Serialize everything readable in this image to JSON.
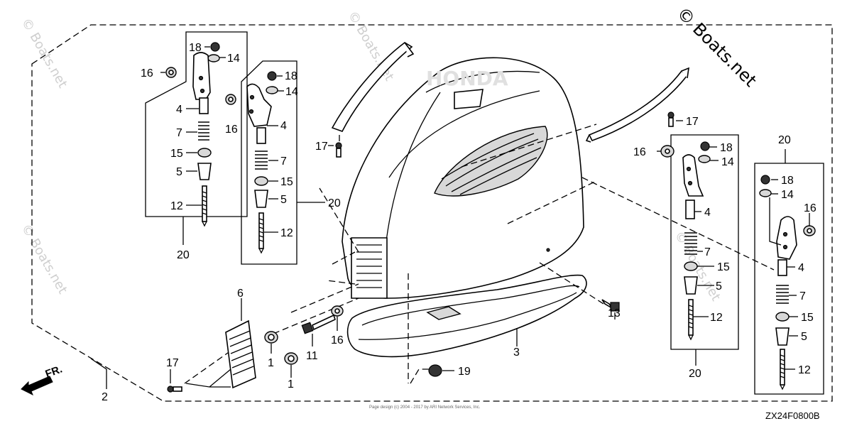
{
  "watermarks": {
    "corner": "© Boats.net",
    "faint": "© Boats.net"
  },
  "direction_label": "FR.",
  "diagram_code": "ZX24F0800B",
  "footer_copyright": "Page design (c) 2004 - 2017 by ARI Network Services, Inc.",
  "callouts": {
    "c1a": "1",
    "c1b": "1",
    "c2": "2",
    "c3": "3",
    "c4a": "4",
    "c4b": "4",
    "c4c": "4",
    "c4d": "4",
    "c5a": "5",
    "c5b": "5",
    "c5c": "5",
    "c5d": "5",
    "c6": "6",
    "c7a": "7",
    "c7b": "7",
    "c7c": "7",
    "c7d": "7",
    "c11": "11",
    "c12a": "12",
    "c12b": "12",
    "c12c": "12",
    "c12d": "12",
    "c13": "13",
    "c14a": "14",
    "c14b": "14",
    "c14c": "14",
    "c14d": "14",
    "c15a": "15",
    "c15b": "15",
    "c15c": "15",
    "c15d": "15",
    "c16a": "16",
    "c16b": "16",
    "c16c": "16",
    "c16d": "16",
    "c16e": "16",
    "c17a": "17",
    "c17b": "17",
    "c17c": "17",
    "c18a": "18",
    "c18b": "18",
    "c18c": "18",
    "c18d": "18",
    "c19": "19",
    "c20a": "20",
    "c20b": "20",
    "c20c": "20",
    "c20d": "20"
  }
}
